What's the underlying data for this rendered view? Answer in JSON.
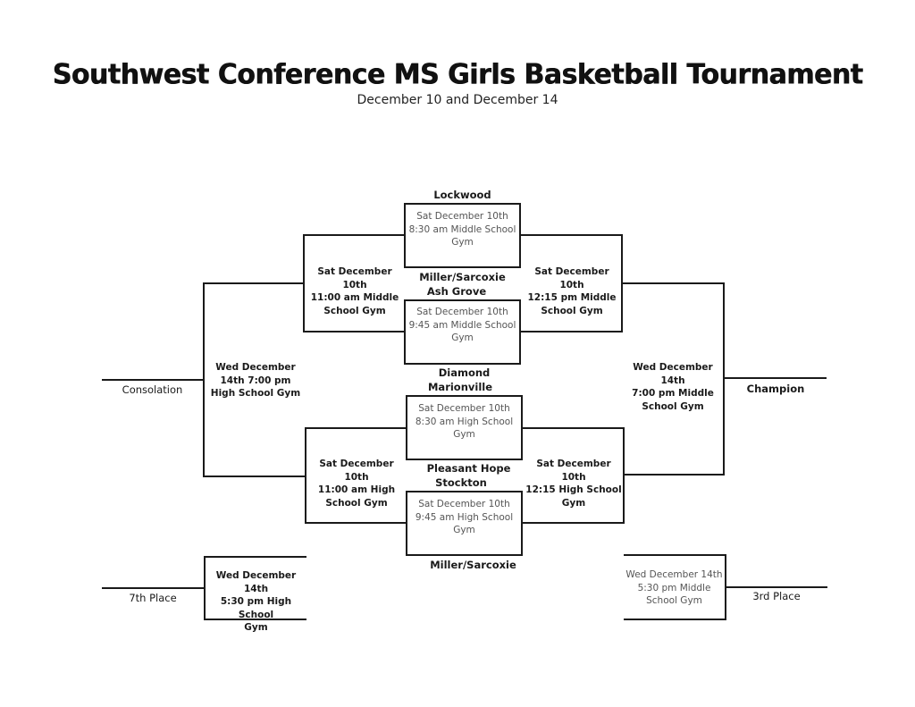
{
  "header": {
    "title": "Southwest Conference MS Girls Basketball Tournament",
    "subtitle": "December 10 and December 14"
  },
  "teams": {
    "t1": "Lockwood",
    "t2": "Miller/Sarcoxie",
    "t3": "Ash Grove",
    "t4": "Diamond",
    "t5": "Marionville",
    "t6": "Pleasant Hope",
    "t7": "Stockton",
    "t8": "Miller/Sarcoxie"
  },
  "games": {
    "r1_g1": "Sat December 10th\n8:30 am Middle School\nGym",
    "r1_g2": "Sat December 10th\n9:45 am Middle School\nGym",
    "r1_g3": "Sat December 10th\n8:30 am High School\nGym",
    "r1_g4": "Sat December 10th\n9:45 am High School\nGym",
    "r2_left_top": "Sat December 10th\n11:00 am Middle\nSchool Gym",
    "r2_left_bottom": "Sat December 10th\n11:00 am High\nSchool Gym",
    "r2_right_top": "Sat December 10th\n12:15 pm Middle\nSchool Gym",
    "r2_right_bottom": "Sat December 10th\n12:15 High School\nGym",
    "consolation_final": "Wed December\n14th        7:00 pm\nHigh School Gym",
    "championship_final": "Wed December 14th\n7:00 pm Middle\nSchool Gym",
    "seventh_game": "Wed December 14th\n5:30 pm High School\nGym",
    "third_game": "Wed December 14th\n5:30 pm Middle\nSchool Gym"
  },
  "places": {
    "consolation": "Consolation",
    "champion": "Champion",
    "seventh": "7th Place",
    "third": "3rd Place"
  }
}
